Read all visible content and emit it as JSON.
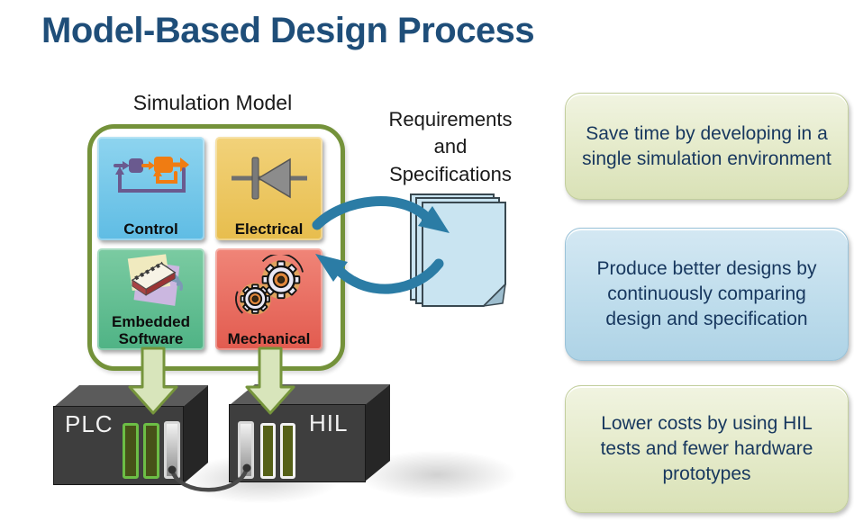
{
  "title": "Model-Based Design Process",
  "simulation": {
    "label": "Simulation Model",
    "tiles": [
      {
        "id": "control",
        "label": "Control"
      },
      {
        "id": "electrical",
        "label": "Electrical"
      },
      {
        "id": "embedded",
        "label": "Embedded Software"
      },
      {
        "id": "mechanical",
        "label": "Mechanical"
      }
    ]
  },
  "requirements": {
    "line1": "Requirements",
    "line2": "and",
    "line3": "Specifications"
  },
  "hardware": {
    "plc_label": "PLC",
    "hil_label": "HIL"
  },
  "callouts": [
    {
      "color": "green",
      "text": "Save time by developing in a single simulation environment"
    },
    {
      "color": "blue",
      "text": "Produce better designs by continuously comparing design and specification"
    },
    {
      "color": "green",
      "text": "Lower costs by using HIL tests and fewer hardware prototypes"
    }
  ],
  "colors": {
    "title_text": "#1F4E79",
    "callout_text": "#17375E",
    "container_border_olive": "#74923A",
    "exchange_arrow_teal": "#2B7CA5",
    "down_arrow_green": "#D8E5BB",
    "tile_control_blue": "#6CC3E7",
    "tile_electrical_yellow": "#EBC45D",
    "tile_embedded_green": "#5EBD90",
    "tile_mechanical_red": "#E96A5E",
    "callout_green_fill": "#E4EAC9",
    "callout_blue_fill": "#BFDDEC",
    "document_fill": "#C9E4F1",
    "hardware_box_gray": "#3E3E3E"
  }
}
